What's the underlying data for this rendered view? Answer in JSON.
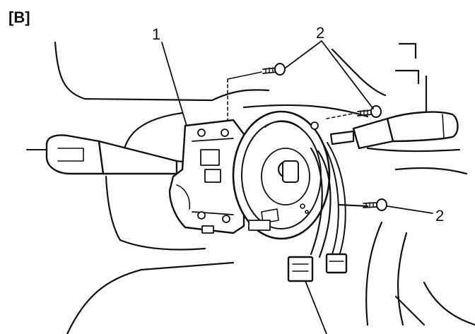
{
  "figure": {
    "panel_label": "[B]",
    "callouts": {
      "combination_switch": "1",
      "screw_upper": "2",
      "screw_lower": "2"
    }
  },
  "colors": {
    "ink": "#111111",
    "paper": "#ffffff"
  }
}
